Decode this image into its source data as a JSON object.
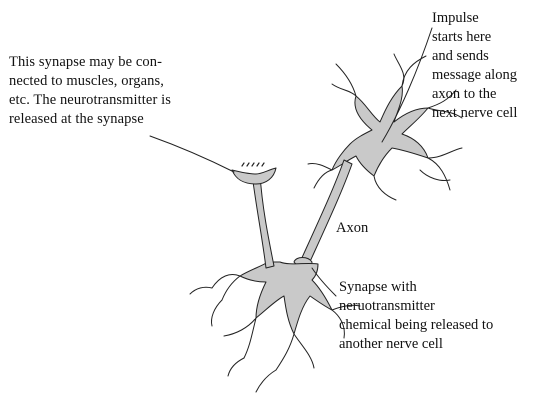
{
  "labels": {
    "impulse": "Impulse\nstarts here\nand sends\nmessage along\naxon to the\nnext nerve cell",
    "synapse_muscle": "This synapse may be con-\nnected to muscles, organs,\netc. The neurotransmitter is\nreleased at the synapse",
    "axon": "Axon",
    "synapse_nerve": "Synapse with\nneruotransmitter\nchemical being released to\nanother nerve cell"
  },
  "colors": {
    "cell_fill": "#c9c9c9",
    "outline": "#222222",
    "text": "#111111"
  }
}
